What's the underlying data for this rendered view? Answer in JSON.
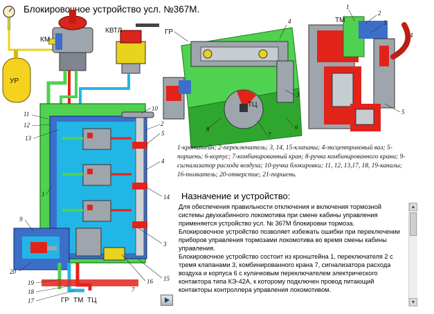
{
  "page": {
    "title": "Блокировочное устройство усл. №367М."
  },
  "diagram": {
    "labels": {
      "ur": "УР",
      "km": "КМ",
      "kvtl": "КВТЛ",
      "gr": "ГР",
      "tm": "ТМ",
      "tc": "ТЦ",
      "bottom_gr": "ГР",
      "bottom_tm": "ТМ",
      "bottom_tc": "ТЦ"
    },
    "numbers": {
      "n1": "1",
      "n2": "2",
      "n3": "3",
      "n3b": "3",
      "n4": "4",
      "n5": "5",
      "n6": "6",
      "n7": "7",
      "n8": "8",
      "n9": "9",
      "n10": "10",
      "n11": "11",
      "n12": "12",
      "n13": "13",
      "n14": "14",
      "n15": "15",
      "n16": "16",
      "n17": "17",
      "n18": "18",
      "n19": "19",
      "n20": "20",
      "top_n4": "4",
      "top_n6": "6",
      "top_n7": "7",
      "top_n8": "8",
      "top_n3": "3",
      "right_n1": "1",
      "right_n2": "2",
      "right_n3": "3",
      "right_n4": "4",
      "right_n5": "5"
    }
  },
  "legend": {
    "text": "1-кронштейн; 2-переключатель; 3, 14, 15-клапаны; 4-эксцентриковый вал; 5-поршень; 6-корпус; 7-комбинированный кран; 8-ручка комбинированного крана; 9-сигнализатор расхода воздуха; 10-ручка блокировки; 11, 12, 13,17, 18, 19-каналы; 16-толкатель; 20-отверстие; 21-поршень."
  },
  "description": {
    "heading": "Назначение и устройство:",
    "p1": "Для обеспечения правильности отключения и включения тормозной системы двухкабинного локомотива при смене кабины управления применяется устройство усл. № 367М блокировки тормоза.",
    "p2": "Блокировочное устройство позволяет избежать ошибки при переключении приборов управления тормозами локомотива во время смены кабины управления.",
    "p3": "Блокировочное устройство состоит из кронштейна 1, переключателя 2 с тремя клапанами 3, комбинированного крана 7, сигнализатора расхода воздуха и корпуса 6 с кулачковым переключателем электрического контактора типа КЭ-42А, к которому подключен провод питающий контакторы контроллера управления локомотивом."
  },
  "controls": {
    "next_icon": "play-triangle-icon",
    "scroll_up_glyph": "▲",
    "scroll_down_glyph": "▼"
  },
  "colors": {
    "green_channel": "#4fd24f",
    "blue_channel": "#22b6e6",
    "red_channel": "#e2231a",
    "housing_blue": "#3b6fc9",
    "housing_gray": "#9fa5ad",
    "reservoir_yellow": "#f4d21e",
    "accent_arrow": "#1d3f9e"
  }
}
